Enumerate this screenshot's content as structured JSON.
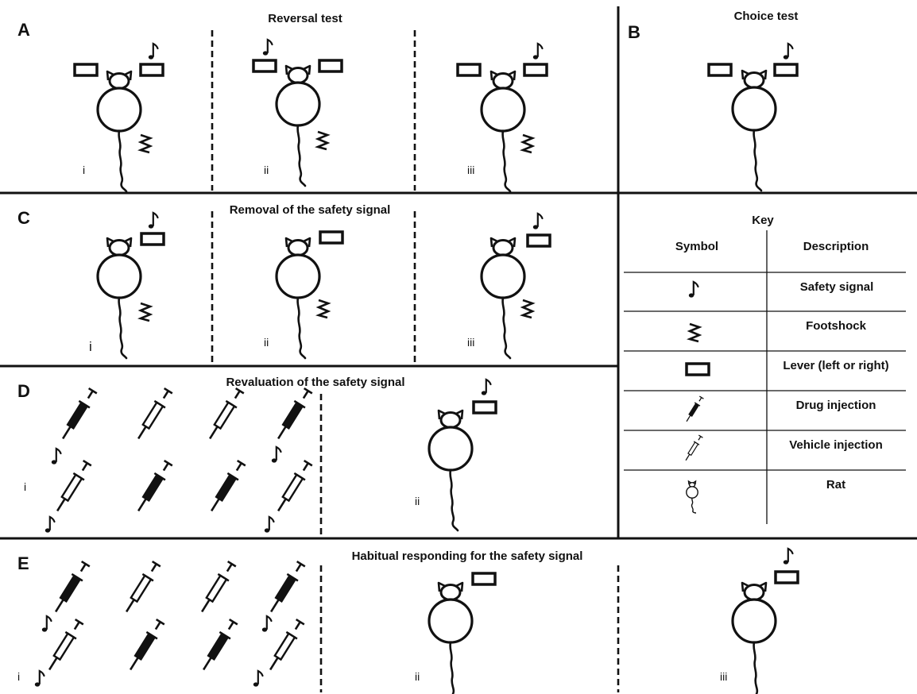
{
  "panels": {
    "A": {
      "letter": "A",
      "title": "Reversal test",
      "labels": [
        "i",
        "ii",
        "iii"
      ]
    },
    "B": {
      "letter": "B",
      "title": "Choice test"
    },
    "C": {
      "letter": "C",
      "title": "Removal of the safety signal",
      "labels": [
        "i",
        "ii",
        "iii"
      ]
    },
    "D": {
      "letter": "D",
      "title": "Revaluation of the safety signal",
      "labels": [
        "i",
        "ii"
      ]
    },
    "E": {
      "letter": "E",
      "title": "Habitual responding for the safety signal",
      "labels": [
        "i",
        "ii",
        "iii"
      ]
    }
  },
  "key": {
    "title": "Key",
    "col_symbol": "Symbol",
    "col_description": "Description",
    "rows": [
      {
        "icon": "music-note-icon",
        "description": "Safety signal"
      },
      {
        "icon": "zigzag-footshock-icon",
        "description": "Footshock"
      },
      {
        "icon": "lever-icon",
        "description": "Lever (left or right)"
      },
      {
        "icon": "filled-syringe-icon",
        "description": "Drug injection"
      },
      {
        "icon": "hollow-syringe-icon",
        "description": "Vehicle injection"
      },
      {
        "icon": "rat-icon",
        "description": "Rat"
      }
    ]
  },
  "colors": {
    "ink": "#111111",
    "background": "#ffffff"
  }
}
